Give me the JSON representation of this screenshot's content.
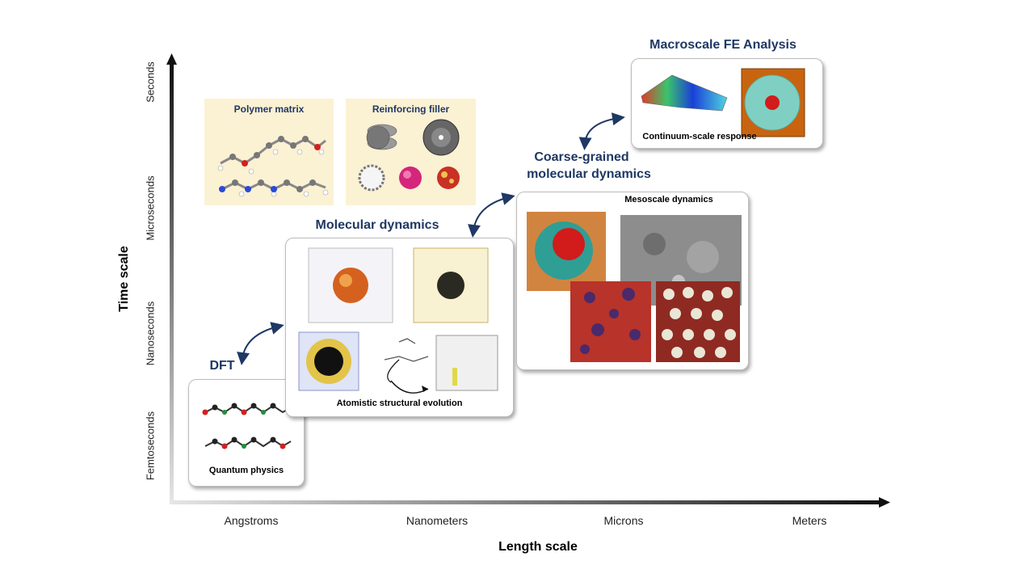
{
  "axes": {
    "y_label": "Time scale",
    "x_label": "Length scale",
    "y_ticks": [
      "Seconds",
      "Microseconds",
      "Nanoseconds",
      "Femtoseconds"
    ],
    "x_ticks": [
      "Angstroms",
      "Nanometers",
      "Microns",
      "Meters"
    ]
  },
  "panels": {
    "polymer_matrix": "Polymer matrix",
    "reinforcing_filler": "Reinforcing filler"
  },
  "stages": {
    "dft": {
      "title": "DFT",
      "caption": "Quantum physics"
    },
    "md": {
      "title": "Molecular dynamics",
      "caption": "Atomistic structural evolution"
    },
    "cgmd": {
      "title_line1": "Coarse-grained",
      "title_line2": "molecular dynamics",
      "caption": "Mesoscale dynamics"
    },
    "fe": {
      "title": "Macroscale FE Analysis",
      "caption": "Continuum-scale response"
    }
  },
  "colors": {
    "title": "#1f3864",
    "panel_bg": "#fbf1d3",
    "arrow": "#1f3864",
    "axis": "#111111"
  }
}
